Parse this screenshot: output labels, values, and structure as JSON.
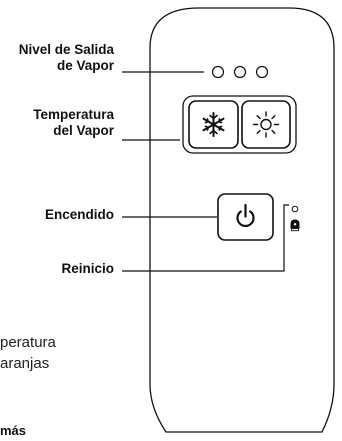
{
  "labels": {
    "steam_level": [
      "Nivel de Salida",
      "de Vapor"
    ],
    "steam_temperature": [
      "Temperatura",
      "del Vapor"
    ],
    "power": "Encendido",
    "reset": "Reinicio"
  },
  "body_text": {
    "line1": "peratura",
    "line2": "aranjas",
    "line3": "más"
  },
  "icons": {
    "level_indicators": [
      "indicator-led-icon",
      "indicator-led-icon",
      "indicator-led-icon"
    ],
    "cold_button": "snowflake-icon",
    "warm_button": "sun-icon",
    "power_button": "power-icon",
    "reset_button": "reset-icon",
    "status_light": "indicator-led-icon"
  },
  "colors": {
    "stroke": "#111111",
    "background": "#ffffff"
  }
}
